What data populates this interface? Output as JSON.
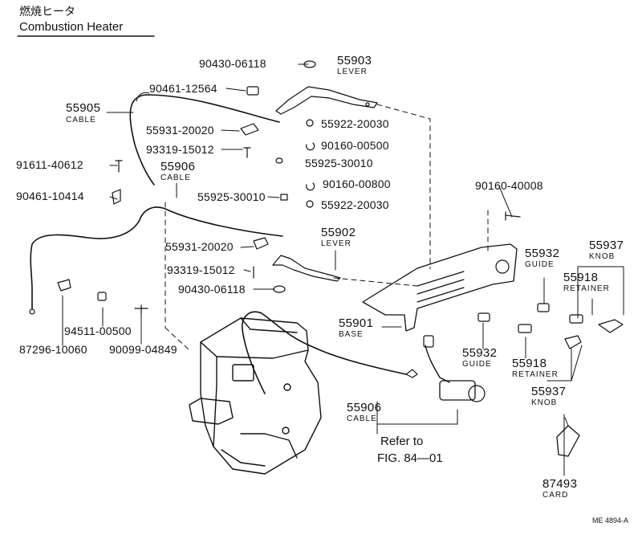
{
  "title_jp": "燃焼ヒータ",
  "title_en": "Combustion Heater",
  "parts": {
    "p90430a": "90430-06118",
    "p90461a": "90461-12564",
    "p55903": "55903",
    "p55903_sub": "LEVER",
    "p55905": "55905",
    "p55905_sub": "CABLE",
    "p55931a": "55931-20020",
    "p55922a": "55922-20030",
    "p90160a": "90160-00500",
    "p93319a": "93319-15012",
    "p91611": "91611-40612",
    "p55925a": "55925-30010",
    "p55906a": "55906",
    "p55906a_sub": "CABLE",
    "p90160b": "90160-00800",
    "p90461b": "90461-10414",
    "p55925b": "55925-30010",
    "p55922b": "55922-20030",
    "p90160c": "90160-40008",
    "p55931b": "55931-20020",
    "p55902": "55902",
    "p55902_sub": "LEVER",
    "p93319b": "93319-15012",
    "p90430b": "90430-06118",
    "p55932a": "55932",
    "p55932a_sub": "GUIDE",
    "p55937a": "55937",
    "p55937a_sub": "KNOB",
    "p55918a": "55918",
    "p55918a_sub": "RETAINER",
    "p94511": "94511-00500",
    "p90099": "90099-04849",
    "p87296": "87296-10060",
    "p55901": "55901",
    "p55901_sub": "BASE",
    "p55932b": "55932",
    "p55932b_sub": "GUIDE",
    "p55918b": "55918",
    "p55918b_sub": "RETAINER",
    "p55937b": "55937",
    "p55937b_sub": "KNOB",
    "p55906b": "55906",
    "p55906b_sub": "CABLE",
    "p87493": "87493",
    "p87493_sub": "CARD"
  },
  "reference": {
    "line1": "Refer to",
    "line2": "FIG. 84—01"
  },
  "figure_code": "ME 4894-A"
}
